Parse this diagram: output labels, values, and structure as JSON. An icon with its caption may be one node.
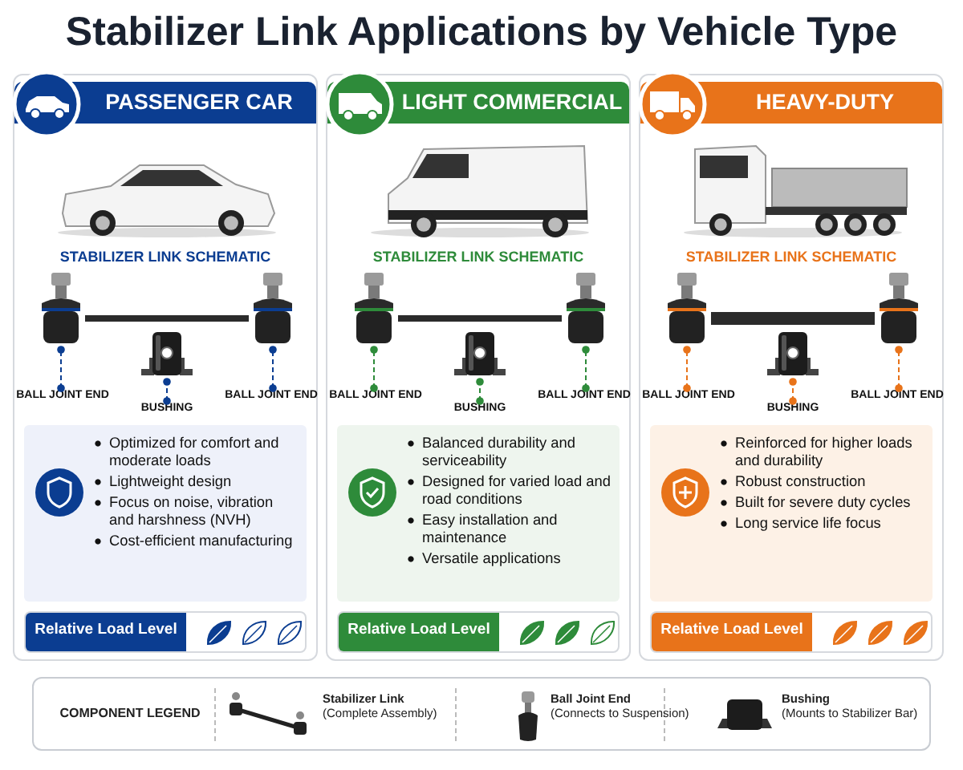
{
  "diagram": {
    "title": "Stabilizer Link Applications by Vehicle Type",
    "nodes": [
      {
        "text": [
          "PASSENGER CAR",
          "STABILIZER LINK SCHEMATIC"
        ]
      },
      {
        "text": [],
        "shape": "picture",
        "in": 0
      },
      {
        "text": [],
        "shape": "picture",
        "in": 0
      },
      {
        "text": [],
        "shape": "picture",
        "in": 0
      },
      {
        "text": [
          "BALL JOINT END"
        ],
        "in": 0
      },
      {
        "text": [
          "BUSHING"
        ],
        "in": 0
      },
      {
        "text": [
          "BALL JOINT END"
        ],
        "in": 0
      },
      {
        "text": [
          "Optimized for comfort and moderate loads",
          "Lightweight design",
          "Focus on noise, vibration and harshness (NVH)",
          "Cost-efficient manufacturing"
        ],
        "in": 0
      },
      {
        "text": [
          "Relative Load Level"
        ],
        "in": 0
      },
      {
        "text": [
          "LIGHT COMMERCIAL",
          "STABILIZER LINK SCHEMATIC"
        ]
      },
      {
        "text": [],
        "shape": "picture",
        "in": 9
      },
      {
        "text": [],
        "shape": "picture",
        "in": 9
      },
      {
        "text": [],
        "shape": "picture",
        "in": 9
      },
      {
        "text": [
          "BALL JOINT END"
        ],
        "in": 9
      },
      {
        "text": [
          "BUSHING"
        ],
        "in": 9
      },
      {
        "text": [
          "BALL JOINT END"
        ],
        "in": 9
      },
      {
        "text": [
          "Balanced durability and serviceability",
          "Designed for varied load and road conditions",
          "Easy installation and maintenance",
          "Versatile applications"
        ],
        "in": 9
      },
      {
        "text": [
          "Relative Load Level"
        ],
        "in": 9
      },
      {
        "text": [
          "HEAVY-DUTY",
          "STABILIZER LINK SCHEMATIC"
        ]
      },
      {
        "text": [],
        "shape": "picture",
        "in": 18
      },
      {
        "text": [],
        "shape": "picture",
        "in": 18
      },
      {
        "text": [],
        "shape": "picture",
        "in": 18
      },
      {
        "text": [
          "BALL JOINT END"
        ],
        "in": 18
      },
      {
        "text": [
          "BUSHING"
        ],
        "in": 18
      },
      {
        "text": [
          "BALL JOINT END"
        ],
        "in": 18
      },
      {
        "text": [
          "Reinforced for higher loads and durability",
          "Robust construction",
          "Built for severe duty cycles",
          "Long service life focus"
        ],
        "in": 18
      },
      {
        "text": [
          "Relative Load Level"
        ],
        "in": 18
      }
    ],
    "edges": [
      {
        "from": 1,
        "to": 3,
        "arrow": "none",
        "style": "thick",
        "color": "#2b2b2b"
      },
      {
        "from": 10,
        "to": 12,
        "arrow": "none",
        "style": "thick",
        "color": "#2b2b2b"
      },
      {
        "from": 19,
        "to": 21,
        "arrow": "none",
        "style": "thick",
        "color": "#2b2b2b"
      },
      {
        "from": 4,
        "to": 1,
        "arrow": "other",
        "style": "dashed",
        "color": "#0b3d91"
      },
      {
        "from": 5,
        "to": 2,
        "arrow": "other",
        "style": "dashed",
        "color": "#0b3d91"
      },
      {
        "from": 6,
        "to": 3,
        "arrow": "other",
        "style": "dashed",
        "color": "#0b3d91"
      },
      {
        "from": 13,
        "to": 10,
        "arrow": "other",
        "style": "dashed",
        "color": "#2e8b3a"
      },
      {
        "from": 14,
        "to": 11,
        "arrow": "other",
        "style": "dashed",
        "color": "#2e8b3a"
      },
      {
        "from": 15,
        "to": 12,
        "arrow": "other",
        "style": "dashed",
        "color": "#2e8b3a"
      },
      {
        "from": 22,
        "to": 19,
        "arrow": "other",
        "style": "dashed",
        "color": "#e8731a"
      },
      {
        "from": 23,
        "to": 20,
        "arrow": "other",
        "style": "dashed",
        "color": "#e8731a"
      },
      {
        "from": 24,
        "to": 21,
        "arrow": "other",
        "style": "dashed",
        "color": "#e8731a"
      }
    ],
    "labels": [
      "COMPONENT LEGEND"
    ],
    "legend": [
      {
        "text": "**Stabilizer Link** (Complete Assembly)"
      },
      {
        "text": "**Ball Joint End** (Connects to Suspension)"
      },
      {
        "text": "**Bushing** (Mounts to Stabilizer Bar)"
      }
    ]
  }
}
